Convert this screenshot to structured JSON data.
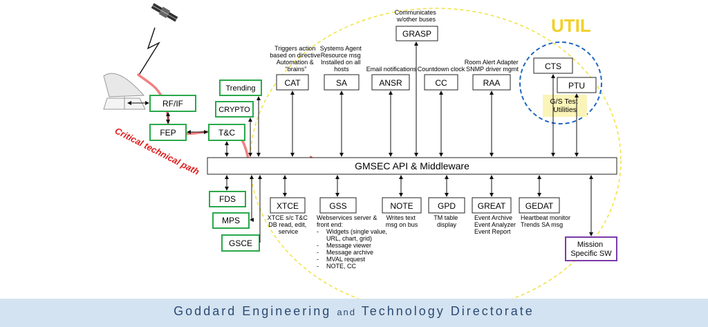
{
  "title_util": "UTIL",
  "critical_path_label": "Critical technical path",
  "middleware_label": "GMSEC API & Middleware",
  "ground": {
    "rfif": "RF/IF",
    "fep": "FEP",
    "tc": "T&C",
    "trending": "Trending",
    "crypto": "CRYPTO",
    "fds": "FDS",
    "mps": "MPS",
    "gsce": "GSCE"
  },
  "top_components": {
    "cat": {
      "label": "CAT",
      "desc": [
        "Triggers action",
        "based on directive",
        "Automation &",
        "“brains”"
      ]
    },
    "sa": {
      "label": "SA",
      "desc": [
        "Systems Agent",
        "Resource msg",
        "Installed on all",
        "hosts"
      ]
    },
    "ansr": {
      "label": "ANSR",
      "desc": [
        "Email notifications"
      ]
    },
    "grasp": {
      "label": "GRASP",
      "desc": [
        "Communicates",
        "w/other buses"
      ]
    },
    "cc": {
      "label": "CC",
      "desc": [
        "Countdown clock"
      ]
    },
    "raa": {
      "label": "RAA",
      "desc": [
        "Room Alert Adapter",
        "SNMP driver mgmt"
      ]
    }
  },
  "util": {
    "cts": "CTS",
    "ptu": "PTU",
    "note": [
      "G/S Test",
      "Utilities"
    ]
  },
  "bottom_components": {
    "xtce": {
      "label": "XTCE",
      "desc": [
        "XTCE s/c T&C",
        "DB read, edit,",
        "service"
      ]
    },
    "gss": {
      "label": "GSS",
      "desc": [
        "Webservices server &",
        "front end:"
      ],
      "bullets": [
        "Widgets (single value,",
        "URL, chart, grid)",
        "Message viewer",
        "Message archive",
        "MVAL request",
        "NOTE, CC"
      ]
    },
    "note": {
      "label": "NOTE",
      "desc": [
        "Writes text",
        "msg on bus"
      ]
    },
    "gpd": {
      "label": "GPD",
      "desc": [
        "TM table",
        "display"
      ]
    },
    "great": {
      "label": "GREAT",
      "desc": [
        "Event Archive",
        "Event Analyzer",
        "Event Report"
      ]
    },
    "gedat": {
      "label": "GEDAT",
      "desc": [
        "Heartbeat monitor",
        "Trends SA msg"
      ]
    }
  },
  "mission": [
    "Mission",
    "Specific SW"
  ],
  "footer": {
    "part1": "Goddard Engineering",
    "part2": "and",
    "part3": "Technology Directorate"
  },
  "colors": {
    "green": "#2aa84a",
    "purple": "#7a3aa8",
    "red": "#e02020",
    "pink": "#f08080",
    "util_yellow": "#f2e24a",
    "util_blue": "#1f66c2",
    "util_note_bg": "#fbf4b8"
  },
  "icons": [
    "satellite-icon",
    "lightning-icon",
    "dish-antenna-icon"
  ]
}
